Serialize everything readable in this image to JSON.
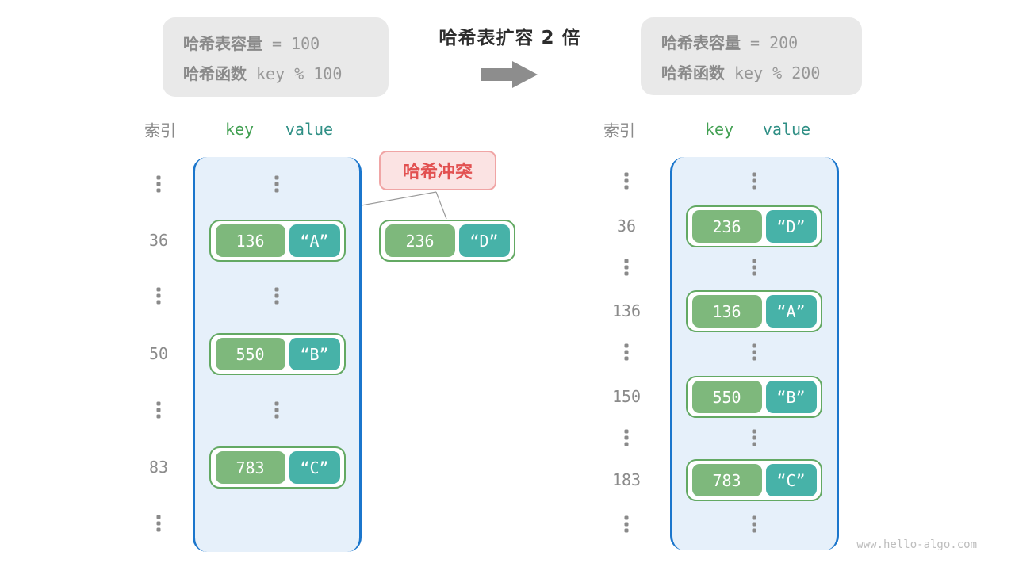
{
  "info_left": {
    "capacity_label": "哈希表容量",
    "capacity_value": "= 100",
    "hash_fn_label": "哈希函数",
    "hash_fn_value": "key % 100"
  },
  "info_right": {
    "capacity_label": "哈希表容量",
    "capacity_value": "= 200",
    "hash_fn_label": "哈希函数",
    "hash_fn_value": "key % 200"
  },
  "transition": {
    "title": "哈希表扩容 2 倍",
    "arrow_icon": "right-arrow"
  },
  "collision": {
    "label": "哈希冲突",
    "pair": {
      "key": "236",
      "value": "“D”"
    }
  },
  "left_table": {
    "header": {
      "index": "索引",
      "key": "key",
      "value": "value"
    },
    "indices": [
      "36",
      "50",
      "83"
    ],
    "pairs": [
      {
        "key": "136",
        "value": "“A”"
      },
      {
        "key": "550",
        "value": "“B”"
      },
      {
        "key": "783",
        "value": "“C”"
      }
    ]
  },
  "right_table": {
    "header": {
      "index": "索引",
      "key": "key",
      "value": "value"
    },
    "indices": [
      "36",
      "136",
      "150",
      "183"
    ],
    "pairs": [
      {
        "key": "236",
        "value": "“D”"
      },
      {
        "key": "136",
        "value": "“A”"
      },
      {
        "key": "550",
        "value": "“B”"
      },
      {
        "key": "783",
        "value": "“C”"
      }
    ]
  },
  "icons": {
    "vertical_ellipsis": "three stacked grey dots",
    "expand_arrow": "solid grey right arrow"
  },
  "colors": {
    "bucket_fill": "#e6f0fa",
    "bucket_border": "#1b76cc",
    "key_green": "#7eb87c",
    "value_teal": "#47b2a8",
    "pair_border": "#63a963",
    "collision_text": "#e25151",
    "collision_bg": "#fbe3e3",
    "collision_border": "#f0a5a5",
    "info_box_bg": "#e9e9e9",
    "grey_text": "#8a8a8a",
    "header_key_green": "#43a053",
    "header_value_teal": "#2f8f85",
    "arrow_grey": "#8d8d8d"
  },
  "footer": {
    "watermark": "www.hello-algo.com"
  }
}
